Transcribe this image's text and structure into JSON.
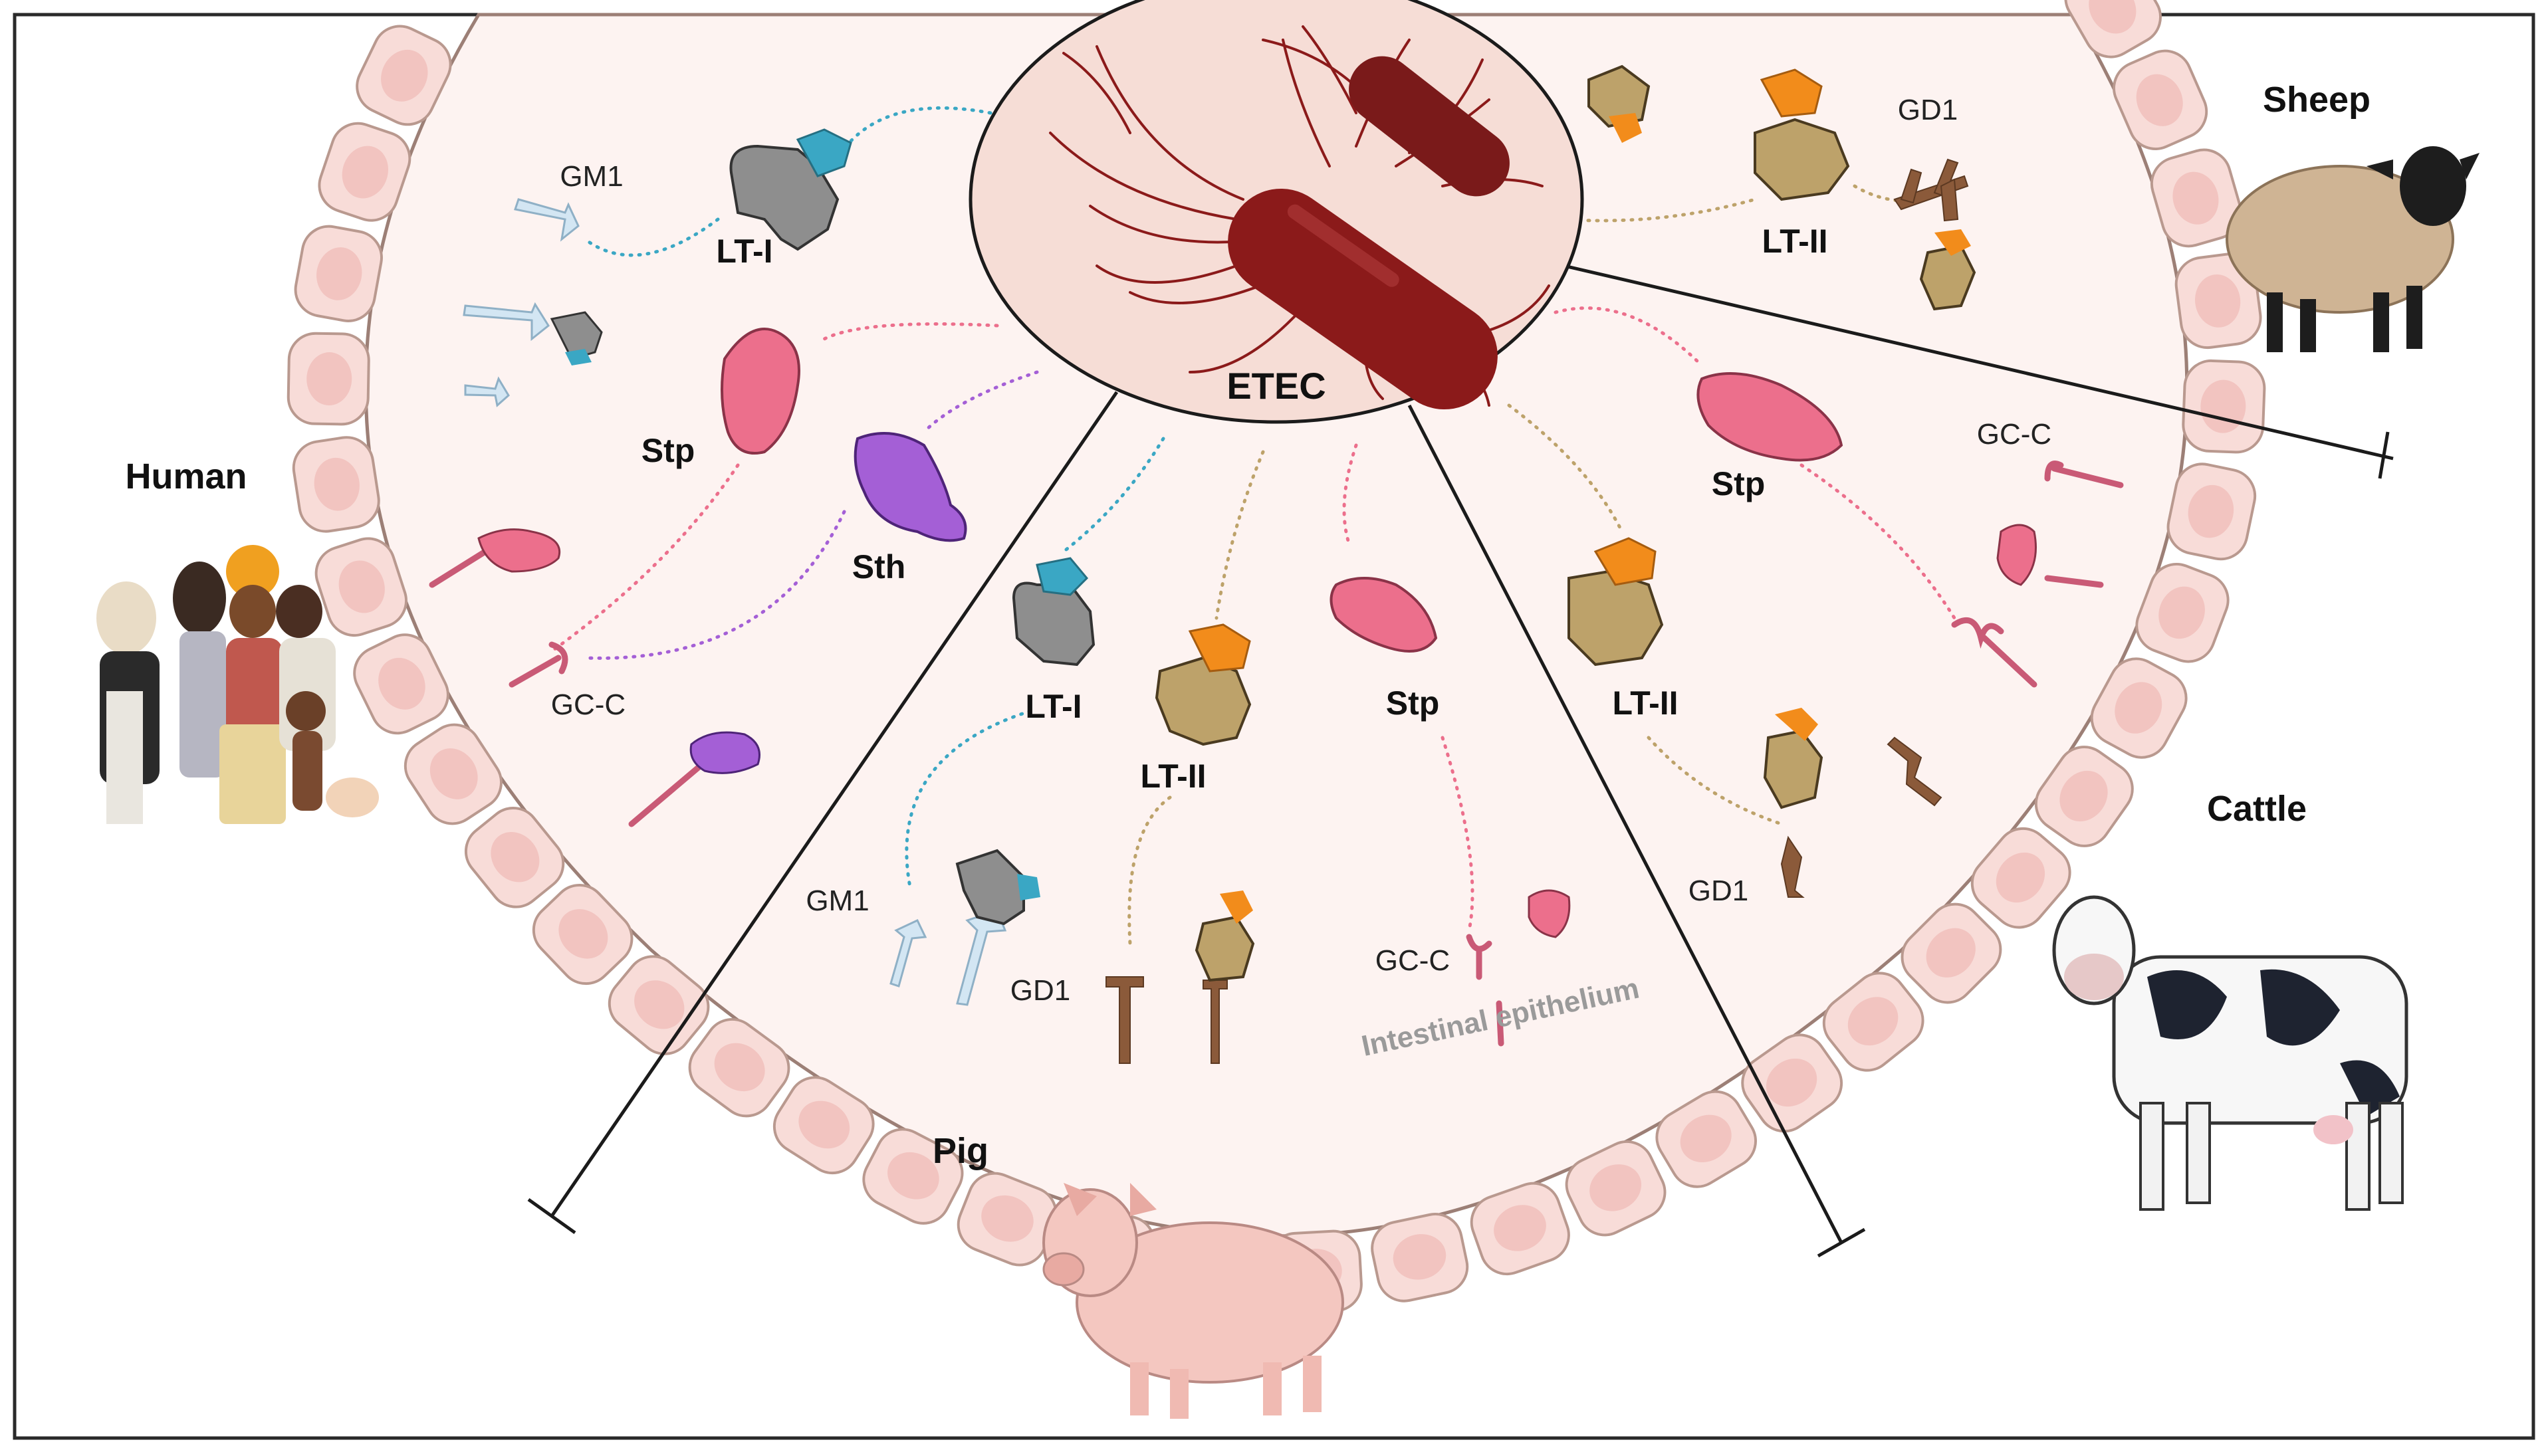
{
  "center": {
    "label": "ETEC"
  },
  "hosts": {
    "human": "Human",
    "pig": "Pig",
    "cattle": "Cattle",
    "sheep": "Sheep"
  },
  "toxins": {
    "lt1": "LT-I",
    "lt2": "LT-II",
    "stp": "Stp",
    "sth": "Sth"
  },
  "receptors": {
    "gm1": "GM1",
    "gd1": "GD1",
    "gcc": "GC-C"
  },
  "tissue": {
    "label": "Intestinal epithelium"
  },
  "colors": {
    "tissue_bg": "#fdf3f1",
    "cell_fill": "#f8dcd8",
    "cell_stroke": "#b9998f",
    "bacterium": "#8b1a1a",
    "lt1_body": "#8e8e8e",
    "lt1_cap": "#3aa7c4",
    "lt2_body": "#bda26a",
    "lt2_cap": "#f28c1b",
    "stp": "#ec6f8c",
    "sth": "#a45fd6",
    "gm1_receptor": "#cde3f1",
    "gd1_receptor": "#8b5a3a",
    "gcc_receptor": "#c95a76"
  }
}
